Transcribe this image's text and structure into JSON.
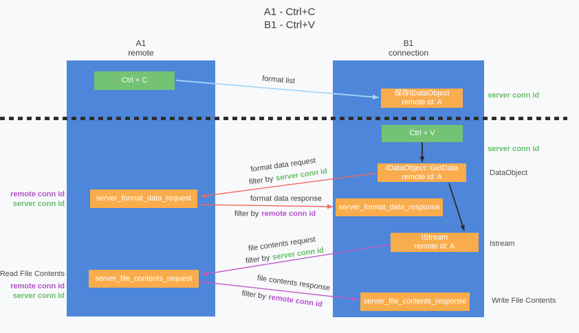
{
  "title": {
    "line1": "A1 - Ctrl+C",
    "line2": "B1 - Ctrl+V"
  },
  "lanes": {
    "left": {
      "name": "A1",
      "subtitle": "remote"
    },
    "right": {
      "name": "B1",
      "subtitle": "connection"
    }
  },
  "nodes": {
    "ctrl_c": {
      "label": "Ctrl + C"
    },
    "save_idataobject": {
      "line1": "保存IDataObject",
      "line2": "remote id: A"
    },
    "ctrl_v": {
      "label": "Ctrl + V"
    },
    "getdata": {
      "line1": "IDataObject::GetData",
      "line2": "remote id: A"
    },
    "format_request": {
      "label": "server_format_data_request"
    },
    "format_response": {
      "label": "server_format_data_response"
    },
    "istream": {
      "line1": "IStream",
      "line2": "remote id: A"
    },
    "file_request": {
      "label": "server_file_contents_request"
    },
    "file_response": {
      "label": "server_file_contents_response"
    }
  },
  "flow_labels": {
    "format_list": "format list",
    "format_data_request": "format data request",
    "format_data_response": "format data response",
    "file_contents_request": "file contents request",
    "file_contents_response": "file contents response",
    "filter_by": "filter by",
    "server_conn_id": "server conn id",
    "remote_conn_id": "remote conn id"
  },
  "side_labels": {
    "right": {
      "server_conn_top": "server conn id",
      "server_conn_mid": "server conn id",
      "dataobject": "DataObject",
      "istream": "Istream",
      "write_file_contents": "Write File Contents"
    },
    "left": {
      "remote_conn_mid": "remote conn id",
      "server_conn_mid": "server conn id",
      "read_file_contents": "Read File Contents",
      "remote_conn_bottom": "remote conn id",
      "server_conn_bottom": "server conn id"
    }
  },
  "colors": {
    "lane_blue": "#4E87D9",
    "node_green": "#74C274",
    "node_orange": "#F9AC4C",
    "arrow_blue": "#A9D7F5",
    "arrow_black": "#2B2B2B",
    "arrow_salmon": "#F0695F",
    "arrow_magenta": "#C25AC8",
    "text_green": "#67BE67",
    "text_purple": "#B352C9",
    "text_dark": "#3D3D3D",
    "background": "#F8F9FB"
  }
}
